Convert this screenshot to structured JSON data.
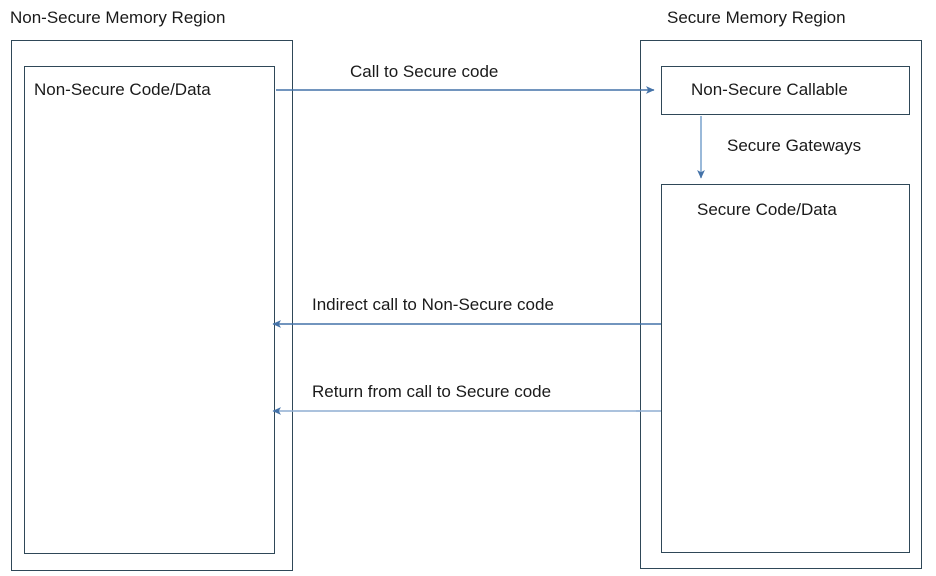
{
  "diagram": {
    "title_nonsecure_region": "Non-Secure Memory Region",
    "title_secure_region": "Secure Memory Region",
    "box_nonsecure_code": "Non-Secure Code/Data",
    "box_nonsecure_callable": "Non-Secure Callable",
    "box_secure_code": "Secure Code/Data",
    "label_call_to_secure": "Call to Secure code",
    "label_secure_gateways": "Secure Gateways",
    "label_indirect_call": "Indirect call to Non-Secure code",
    "label_return_from_call": "Return from call to Secure code",
    "colors": {
      "box_border": "#2f4858",
      "arrow": "#4472a8",
      "arrow_light": "#8faed2",
      "background": "#ffffff",
      "text": "#1a1a1a"
    }
  }
}
